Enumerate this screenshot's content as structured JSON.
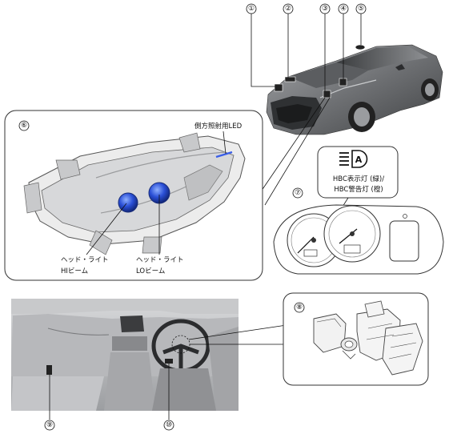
{
  "callouts": {
    "c1": "①",
    "c2": "②",
    "c3": "③",
    "c4": "④",
    "c5": "⑤",
    "c6": "⑥",
    "c7": "⑦",
    "c8": "⑧",
    "c9": "⑨",
    "c10": "⑩"
  },
  "headlight_panel": {
    "side_led_label": "側方照射用LED",
    "hi_beam_label": [
      "ヘッド・ライト",
      "HIビーム"
    ],
    "lo_beam_label": [
      "ヘッド・ライト",
      "LOビーム"
    ]
  },
  "cluster_panel": {
    "indicator_labels": [
      "HBC表示灯 (緑)/",
      "HBC警告灯 (橙)"
    ],
    "hbc_icon": "headlight-auto-icon"
  },
  "colors": {
    "line": "#111111",
    "panel_border": "#333333",
    "lens_blue": "#2a4fd6",
    "body_gray": "#7d7f82"
  }
}
